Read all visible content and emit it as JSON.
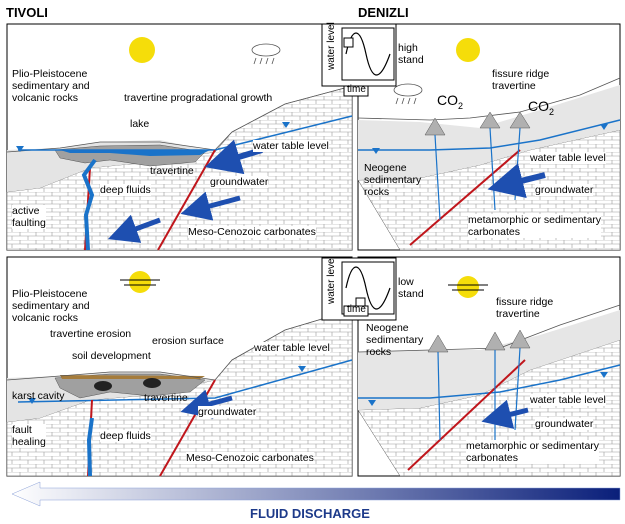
{
  "headers": {
    "left": "TIVOLI",
    "right": "DENIZLI"
  },
  "graph_top": {
    "ylabel": "water level",
    "xlabel": "time",
    "note": "high\nstand"
  },
  "graph_bottom": {
    "ylabel": "water level",
    "xlabel": "time",
    "note": "low\nstand"
  },
  "tivoli_high": {
    "plio": "Plio-Pleistocene\nsedimentary and\nvolcanic rocks",
    "prog": "travertine progradational growth",
    "lake": "lake",
    "water_table": "water table level",
    "travertine": "travertine",
    "deep_fluids": "deep fluids",
    "groundwater": "groundwater",
    "active": "active\nfaulting",
    "carbonates": "Meso-Cenozoic carbonates"
  },
  "denizli_high": {
    "fissure": "fissure ridge\ntravertine",
    "co2_a": "CO",
    "co2_b": "CO",
    "sub": "2",
    "water_table": "water table level",
    "neogene": "Neogene\nsedimentary\nrocks",
    "groundwater": "groundwater",
    "meta": "metamorphic or sedimentary\ncarbonates"
  },
  "tivoli_low": {
    "plio": "Plio-Pleistocene\nsedimentary and\nvolcanic rocks",
    "erosion_trav": "travertine erosion",
    "erosion_surf": "erosion surface",
    "soil": "soil development",
    "water_table": "water table level",
    "karst": "karst cavity",
    "travertine": "travertine",
    "groundwater": "groundwater",
    "fault": "fault\nhealing",
    "deep_fluids": "deep fluids",
    "carbonates": "Meso-Cenozoic carbonates"
  },
  "denizli_low": {
    "fissure": "fissure ridge\ntravertine",
    "neogene": "Neogene\nsedimentary\nrocks",
    "water_table": "water table level",
    "groundwater": "groundwater",
    "meta": "metamorphic or sedimentary\ncarbonates"
  },
  "footer": "FLUID DISCHARGE",
  "colors": {
    "water": "#1a73c9",
    "fault": "#c0161c",
    "sun": "#f5dd0a",
    "brick": "#9a9a9a",
    "arrow": "#1e3f9a",
    "travertine": "#a0a0a0",
    "soil": "#a57c3c"
  }
}
